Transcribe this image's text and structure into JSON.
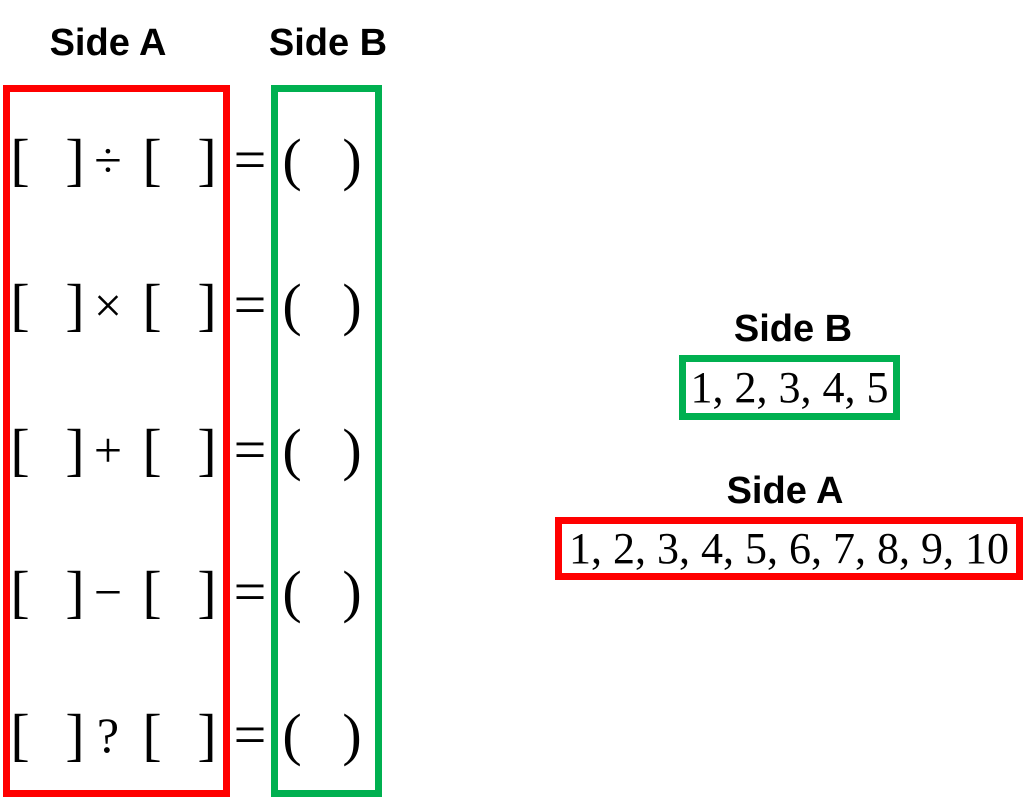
{
  "left": {
    "side_a_label": "Side A",
    "side_b_label": "Side B",
    "equations": [
      {
        "left_open": "[",
        "left_close": "]",
        "operator": "÷",
        "right_open": "[",
        "right_close": "]",
        "equals": "=",
        "result_open": "(",
        "result_close": ")"
      },
      {
        "left_open": "[",
        "left_close": "]",
        "operator": "×",
        "right_open": "[",
        "right_close": "]",
        "equals": "=",
        "result_open": "(",
        "result_close": ")"
      },
      {
        "left_open": "[",
        "left_close": "]",
        "operator": "+",
        "right_open": "[",
        "right_close": "]",
        "equals": "=",
        "result_open": "(",
        "result_close": ")"
      },
      {
        "left_open": "[",
        "left_close": "]",
        "operator": "−",
        "right_open": "[",
        "right_close": "]",
        "equals": "=",
        "result_open": "(",
        "result_close": ")"
      },
      {
        "left_open": "[",
        "left_close": "]",
        "operator": "?",
        "right_open": "[",
        "right_close": "]",
        "equals": "=",
        "result_open": "(",
        "result_close": ")"
      }
    ]
  },
  "right": {
    "side_b_label": "Side B",
    "side_b_values": "1, 2, 3, 4, 5",
    "side_a_label": "Side A",
    "side_a_values": "1, 2, 3, 4, 5, 6, 7, 8, 9, 10"
  },
  "colors": {
    "side_a": "#ff0000",
    "side_b": "#00b050"
  }
}
